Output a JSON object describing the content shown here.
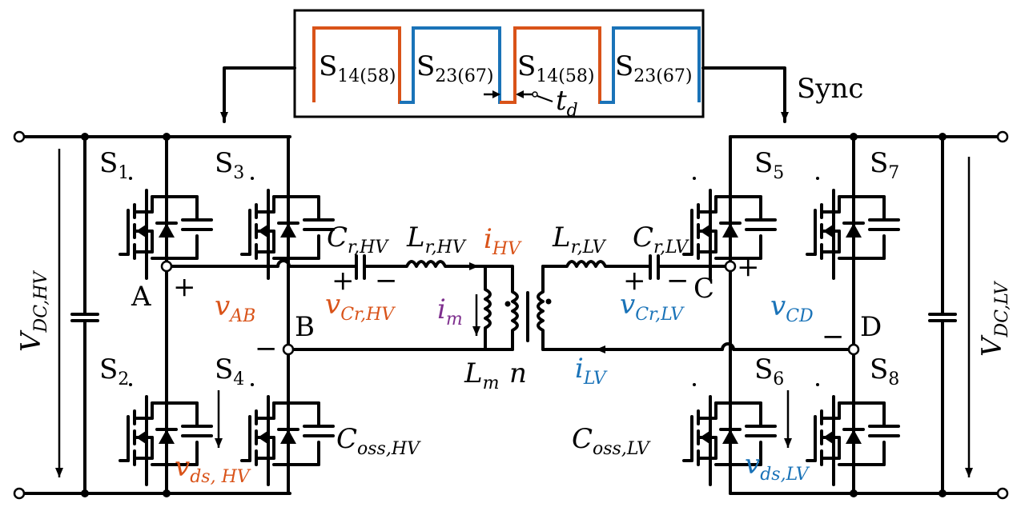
{
  "diagram": {
    "title": "Dual-bridge CLLC resonant converter with synchronous gating",
    "gate_signals": {
      "pulses": [
        {
          "label": "S",
          "sub": "14(58)",
          "color": "#d95319"
        },
        {
          "label": "S",
          "sub": "23(67)",
          "color": "#1a73b8"
        },
        {
          "label": "S",
          "sub": "14(58)",
          "color": "#d95319"
        },
        {
          "label": "S",
          "sub": "23(67)",
          "color": "#1a73b8"
        }
      ],
      "deadtime_label": "t",
      "deadtime_sub": "d",
      "sync_label": "Sync"
    },
    "hv_side": {
      "vdc": {
        "label": "V",
        "sub": "DC,HV"
      },
      "switches": [
        {
          "label": "S",
          "sub": "1"
        },
        {
          "label": "S",
          "sub": "3"
        },
        {
          "label": "S",
          "sub": "2"
        },
        {
          "label": "S",
          "sub": "4"
        }
      ],
      "node_a": "A",
      "node_b": "B",
      "plus": "+",
      "minus": "−",
      "vab": {
        "label": "v",
        "sub": "AB"
      },
      "vds": {
        "label": "v",
        "sub": "ds, HV"
      },
      "coss": {
        "label": "C",
        "sub": "oss,HV"
      },
      "cr": {
        "label": "C",
        "sub": "r,HV"
      },
      "lr": {
        "label": "L",
        "sub": "r,HV"
      },
      "i": {
        "label": "i",
        "sub": "HV"
      },
      "vcr": {
        "label": "v",
        "sub": "Cr,HV"
      },
      "im": {
        "label": "i",
        "sub": "m"
      },
      "lm": {
        "label": "L",
        "sub": "m"
      }
    },
    "transformer": {
      "ratio_label": "n"
    },
    "lv_side": {
      "vdc": {
        "label": "V",
        "sub": "DC,LV"
      },
      "switches": [
        {
          "label": "S",
          "sub": "5"
        },
        {
          "label": "S",
          "sub": "7"
        },
        {
          "label": "S",
          "sub": "6"
        },
        {
          "label": "S",
          "sub": "8"
        }
      ],
      "node_c": "C",
      "node_d": "D",
      "plus": "+",
      "minus": "−",
      "vcd": {
        "label": "v",
        "sub": "CD"
      },
      "vds": {
        "label": "v",
        "sub": "ds,LV"
      },
      "coss": {
        "label": "C",
        "sub": "oss,LV"
      },
      "cr": {
        "label": "C",
        "sub": "r,LV"
      },
      "lr": {
        "label": "L",
        "sub": "r,LV"
      },
      "i": {
        "label": "i",
        "sub": "LV"
      },
      "vcr": {
        "label": "v",
        "sub": "Cr,LV"
      }
    },
    "colors": {
      "hv": "#d95319",
      "lv": "#1a73b8",
      "magnetizing": "#7e2f8e",
      "wire": "#000000"
    }
  }
}
